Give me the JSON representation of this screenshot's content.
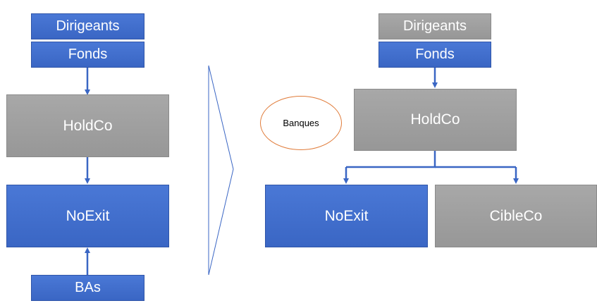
{
  "left": {
    "dirigeants": "Dirigeants",
    "fonds": "Fonds",
    "holdco": "HoldCo",
    "noexit": "NoExit",
    "bas": "BAs"
  },
  "right": {
    "dirigeants": "Dirigeants",
    "fonds": "Fonds",
    "holdco": "HoldCo",
    "banques": "Banques",
    "noexit": "NoExit",
    "cibleco": "CibleCo"
  },
  "colors": {
    "blue": "#4472c4",
    "grey": "#a5a5a5",
    "orange": "#e07b39",
    "arrow": "#2f55a8"
  }
}
